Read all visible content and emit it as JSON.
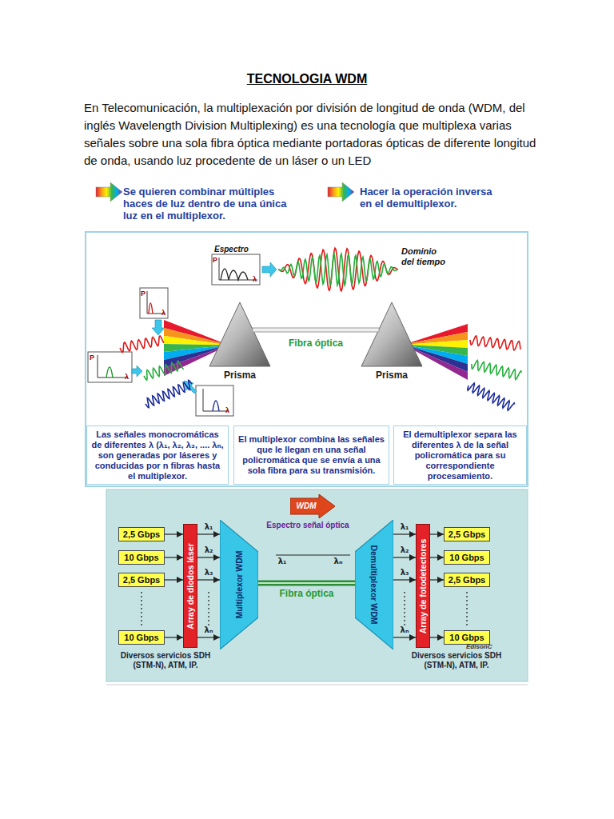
{
  "diagram": {
    "title": "TECNOLOGIA WDM",
    "nodes": [
      {
        "text": [
          "Las señales monocromáticas de diferentes λ (λ₁, λ₂, λ₃, .... λₙ, son generadas por láseres y conducidas por n fibras hasta el multiplexor."
        ]
      },
      {
        "text": [
          "El multiplexor combina las señales que le llegan en una señal policromática que se envía a una sola fibra para su transmisión."
        ]
      },
      {
        "text": [
          "El demultiplexor separa las diferentes λ de la señal policromática para su correspondiente procesamiento."
        ]
      },
      {
        "text": [
          "WDM"
        ]
      },
      {
        "text": [
          "2,5 Gbps"
        ]
      },
      {
        "text": [
          "10 Gbps"
        ]
      },
      {
        "text": [
          "2,5 Gbps"
        ]
      },
      {
        "text": [
          "10 Gbps"
        ]
      },
      {
        "text": [
          "Array de diodos láser"
        ]
      },
      {
        "text": [
          "Multiplexor WDM"
        ]
      },
      {
        "text": [
          "Demultiplexor WDM"
        ]
      },
      {
        "text": [
          "Array de fotodetectores"
        ]
      },
      {
        "text": [
          "2,5 Gbps"
        ]
      },
      {
        "text": [
          "10 Gbps"
        ]
      },
      {
        "text": [
          "2,5 Gbps"
        ]
      },
      {
        "text": [
          "10 Gbps"
        ]
      }
    ],
    "edges": [
      {
        "from": 4,
        "to": 8,
        "arrow": "to"
      },
      {
        "from": 5,
        "to": 8,
        "arrow": "to"
      },
      {
        "from": 6,
        "to": 8,
        "arrow": "to"
      },
      {
        "from": 7,
        "to": 8,
        "arrow": "to"
      },
      {
        "from": 8,
        "to": 9,
        "arrow": "to",
        "label": "λ₁"
      },
      {
        "from": 8,
        "to": 9,
        "arrow": "to",
        "label": "λ₂"
      },
      {
        "from": 8,
        "to": 9,
        "arrow": "to",
        "label": "λ₃"
      },
      {
        "from": 8,
        "to": 9,
        "arrow": "to",
        "label": "λₙ"
      },
      {
        "from": 9,
        "to": 10,
        "arrow": "none",
        "label": "Fibra óptica"
      },
      {
        "from": 10,
        "to": 11,
        "arrow": "to",
        "label": "λ₁"
      },
      {
        "from": 10,
        "to": 11,
        "arrow": "to",
        "label": "λ₂"
      },
      {
        "from": 10,
        "to": 11,
        "arrow": "to",
        "label": "λ₃"
      },
      {
        "from": 10,
        "to": 11,
        "arrow": "to",
        "label": "λₙ"
      },
      {
        "from": 11,
        "to": 12,
        "arrow": "to"
      },
      {
        "from": 11,
        "to": 13,
        "arrow": "to"
      },
      {
        "from": 11,
        "to": 14,
        "arrow": "to"
      },
      {
        "from": 11,
        "to": 15,
        "arrow": "to"
      }
    ],
    "labels": [
      "En Telecomunicación, la multiplexación por división de longitud de onda (WDM, del inglés Wavelength Division Multiplexing) es una tecnología que multiplexa varias señales sobre una sola fibra óptica mediante portadoras ópticas de diferente longitud de onda, usando luz procedente de un láser o un LED",
      "Se quieren combinar múltiples haces de luz dentro de una única luz en el multiplexor.",
      "Hacer la operación inversa en el demultiplexor.",
      "Espectro",
      "Dominio del tiempo",
      "P",
      "λ",
      "P",
      "λ",
      "P",
      "λ",
      "λ",
      "Fibra óptica",
      "Prisma",
      "Prisma",
      "Espectro señal óptica",
      "λ₁",
      "λₙ",
      "Diversos servicios SDH (STM-N), ATM, IP.",
      "Diversos servicios SDH (STM-N), ATM, IP.",
      "EdisonC"
    ]
  }
}
